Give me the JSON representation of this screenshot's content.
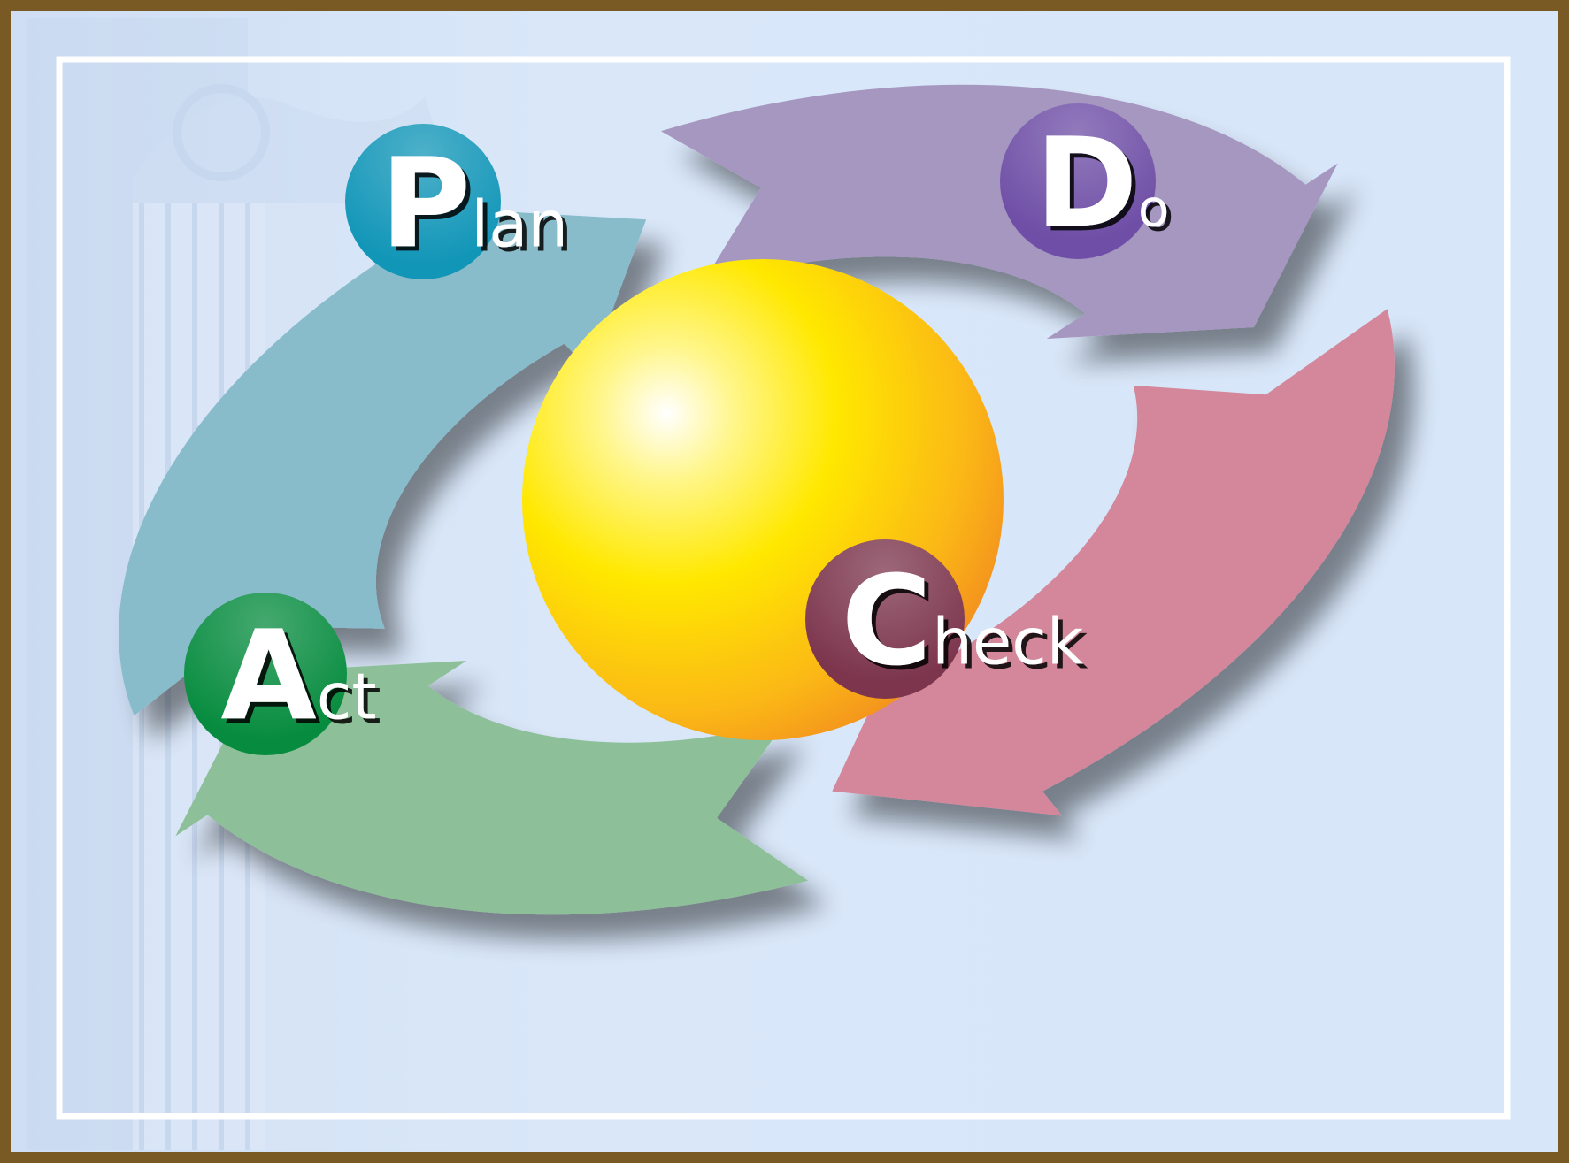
{
  "stages": [
    {
      "id": "plan",
      "initial": "P",
      "rest": "lan",
      "arc_color": "#88bccb",
      "badge_color": "#1296b8"
    },
    {
      "id": "do",
      "initial": "D",
      "rest": "o",
      "arc_color": "#a697c0",
      "badge_color": "#6e4ea6"
    },
    {
      "id": "check",
      "initial": "C",
      "rest": "heck",
      "arc_color": "#d4879b",
      "badge_color": "#7c354d"
    },
    {
      "id": "act",
      "initial": "A",
      "rest": "ct",
      "arc_color": "#8dbf98",
      "badge_color": "#078c3f"
    }
  ],
  "colors": {
    "frame": "#7a5a24",
    "background": "#d6e6f8",
    "inner_border": "#ffffff",
    "sphere_highlight": "#ffffff",
    "sphere_mid": "#ffee00",
    "sphere_edge": "#f39a1e"
  }
}
